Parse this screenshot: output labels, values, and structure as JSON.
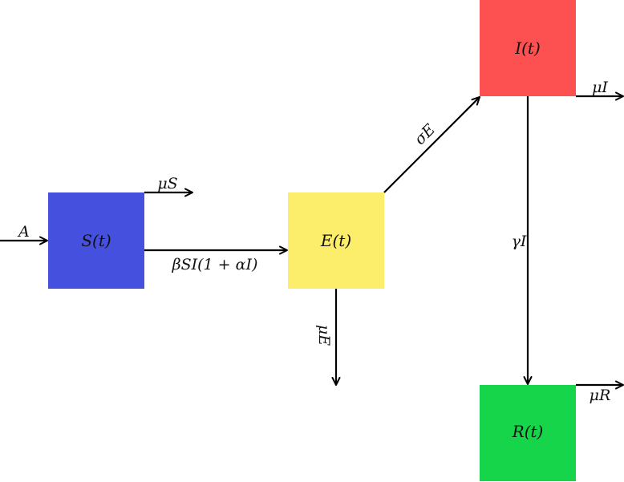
{
  "compartments": {
    "s": {
      "label": "S(t)",
      "color": "#4650de"
    },
    "e": {
      "label": "E(t)",
      "color": "#fcee6b"
    },
    "i": {
      "label": "I(t)",
      "color": "#fd5050"
    },
    "r": {
      "label": "R(t)",
      "color": "#17d54a"
    }
  },
  "flows": {
    "inflow": "A",
    "s_death": "μS",
    "s_to_e": "βSI(1 + αI)",
    "e_death": "μE",
    "e_to_i": "σE",
    "i_death": "μI",
    "i_to_r": "γI",
    "r_death": "μR"
  }
}
